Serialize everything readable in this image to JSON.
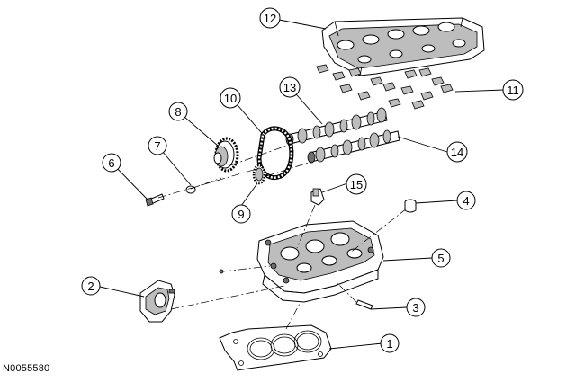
{
  "figure": {
    "id": "N0055580"
  },
  "callouts": [
    {
      "num": "1",
      "part": "cylinder-head-gasket"
    },
    {
      "num": "2",
      "part": "variable-camshaft-timing-oil-control-solenoid"
    },
    {
      "num": "3",
      "part": "cylinder-head-bolt"
    },
    {
      "num": "4",
      "part": "spark-plug-tube"
    },
    {
      "num": "5",
      "part": "cylinder-head"
    },
    {
      "num": "6",
      "part": "camshaft-phaser-bolt"
    },
    {
      "num": "7",
      "part": "washer"
    },
    {
      "num": "8",
      "part": "camshaft-phaser-and-sprocket"
    },
    {
      "num": "9",
      "part": "camshaft-sprocket"
    },
    {
      "num": "10",
      "part": "camshaft-drive-chain"
    },
    {
      "num": "11",
      "part": "roller-followers"
    },
    {
      "num": "12",
      "part": "valve-cover"
    },
    {
      "num": "13",
      "part": "intake-camshaft"
    },
    {
      "num": "14",
      "part": "exhaust-camshaft"
    },
    {
      "num": "15",
      "part": "camshaft-position-sensor-bracket"
    }
  ]
}
